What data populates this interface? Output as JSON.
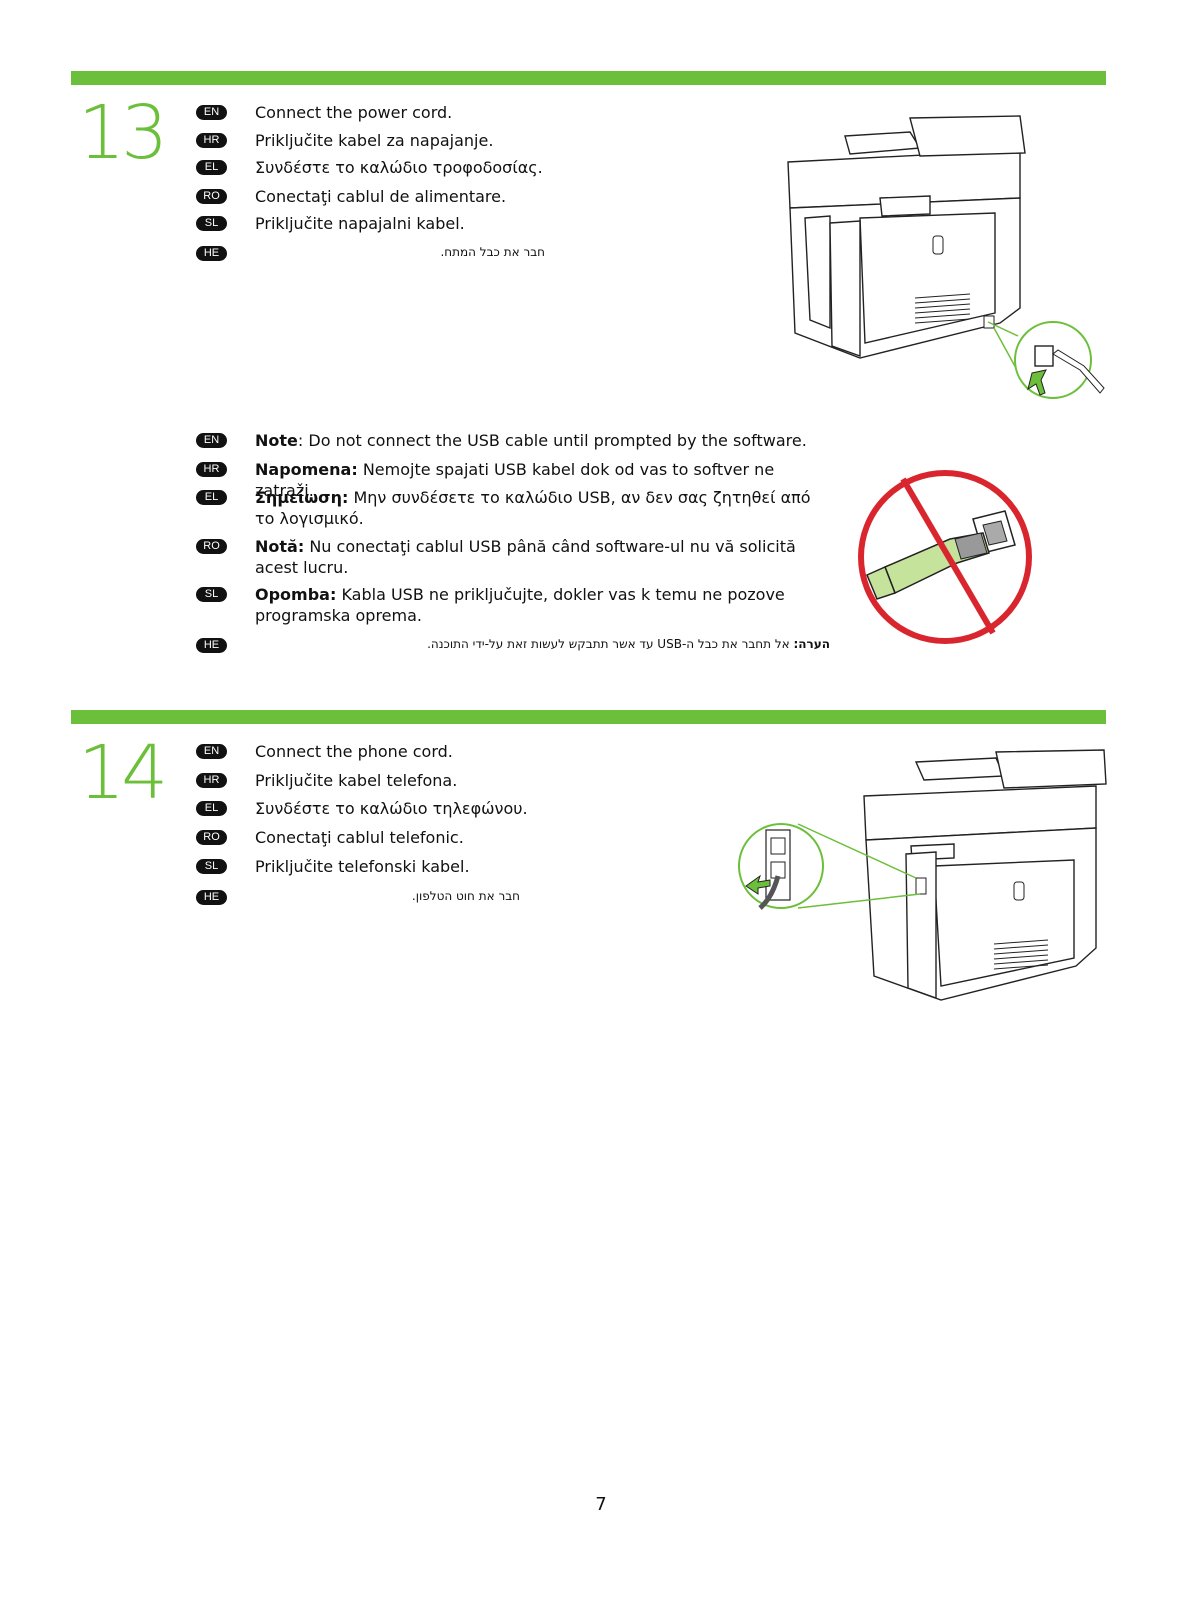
{
  "steps": [
    {
      "number": "13",
      "lines": [
        {
          "lang": "EN",
          "text": "Connect the power cord."
        },
        {
          "lang": "HR",
          "text": "Priključite kabel za napajanje."
        },
        {
          "lang": "EL",
          "text": "Συνδέστε το καλώδιο τροφοδοσίας."
        },
        {
          "lang": "RO",
          "text": "Conectaţi cablul de alimentare."
        },
        {
          "lang": "SL",
          "text": "Priključite napajalni kabel."
        },
        {
          "lang": "HE",
          "text": "חבר את כבל המתח."
        }
      ],
      "note": [
        {
          "lang": "EN",
          "label": "Note",
          "text": ": Do not connect the USB cable until prompted by the software."
        },
        {
          "lang": "HR",
          "label": "Napomena:",
          "text": " Nemojte spajati USB kabel dok od vas to softver ne zatraži."
        },
        {
          "lang": "EL",
          "label": "Σημείωση:",
          "text": " Μην συνδέσετε το καλώδιο USB, αν δεν σας ζητηθεί από το λογισμικό."
        },
        {
          "lang": "RO",
          "label": "Notă:",
          "text": " Nu conectaţi cablul USB până când software-ul nu vă solicită acest lucru."
        },
        {
          "lang": "SL",
          "label": "Opomba:",
          "text": " Kabla USB ne priključujte, dokler vas k temu ne pozove programska oprema."
        },
        {
          "lang": "HE",
          "label": "הערה:",
          "text": " אל תחבר את כבל ה-USB עד אשר תתבקש לעשות זאת על-ידי התוכנה."
        }
      ]
    },
    {
      "number": "14",
      "lines": [
        {
          "lang": "EN",
          "text": "Connect the phone cord."
        },
        {
          "lang": "HR",
          "text": "Priključite kabel telefona."
        },
        {
          "lang": "EL",
          "text": "Συνδέστε το καλώδιο τηλεφώνου."
        },
        {
          "lang": "RO",
          "text": "Conectaţi cablul telefonic."
        },
        {
          "lang": "SL",
          "text": "Priključite telefonski kabel."
        },
        {
          "lang": "HE",
          "text": "חבר את חוט הטלפון."
        }
      ]
    }
  ],
  "page_number": "7",
  "colors": {
    "accent": "#6cbf3a",
    "prohibit": "#d9262e",
    "badge": "#111111"
  },
  "icons": [
    "printer-power-illustration",
    "no-usb-icon",
    "printer-phone-illustration"
  ]
}
